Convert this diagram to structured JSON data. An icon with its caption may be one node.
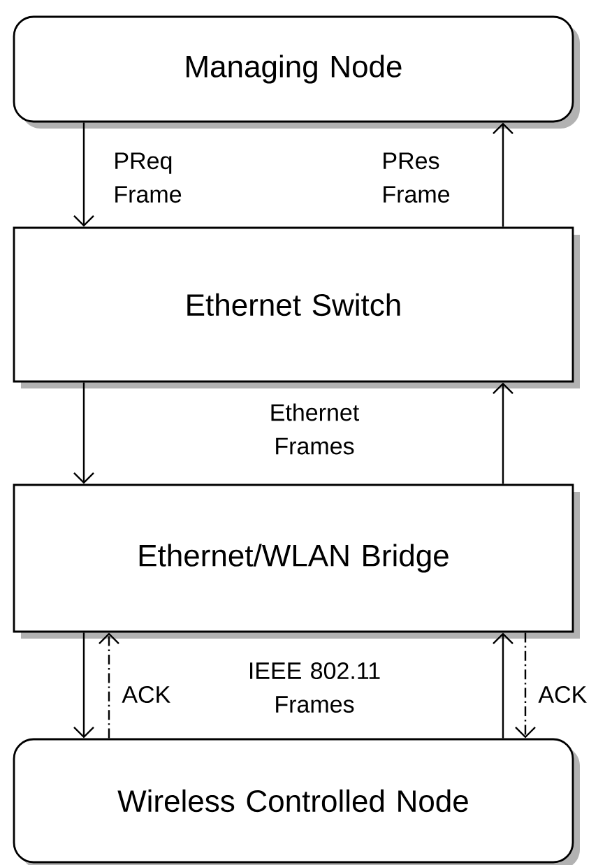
{
  "diagram": {
    "nodes": [
      {
        "text": [
          "Managing Node"
        ]
      },
      {
        "text": [
          "Ethernet Switch"
        ]
      },
      {
        "text": [
          "Ethernet/WLAN Bridge"
        ]
      },
      {
        "text": [
          "Wireless Controlled Node"
        ]
      }
    ],
    "edges": [
      {
        "from": 0,
        "to": 1,
        "arrow": "to",
        "label": "PReq Frame"
      },
      {
        "from": 1,
        "to": 0,
        "arrow": "to",
        "label": "PRes Frame"
      },
      {
        "from": 1,
        "to": 2,
        "arrow": "to"
      },
      {
        "from": 2,
        "to": 1,
        "arrow": "to"
      },
      {
        "from": 2,
        "to": 3,
        "arrow": "to"
      },
      {
        "from": 3,
        "to": 2,
        "arrow": "to",
        "label": "ACK",
        "style": "dashed"
      },
      {
        "from": 3,
        "to": 2,
        "arrow": "to"
      },
      {
        "from": 2,
        "to": 3,
        "arrow": "to",
        "label": "ACK",
        "style": "dashed"
      }
    ],
    "labels": [
      "Ethernet Frames",
      "IEEE 802.11 Frames"
    ]
  }
}
